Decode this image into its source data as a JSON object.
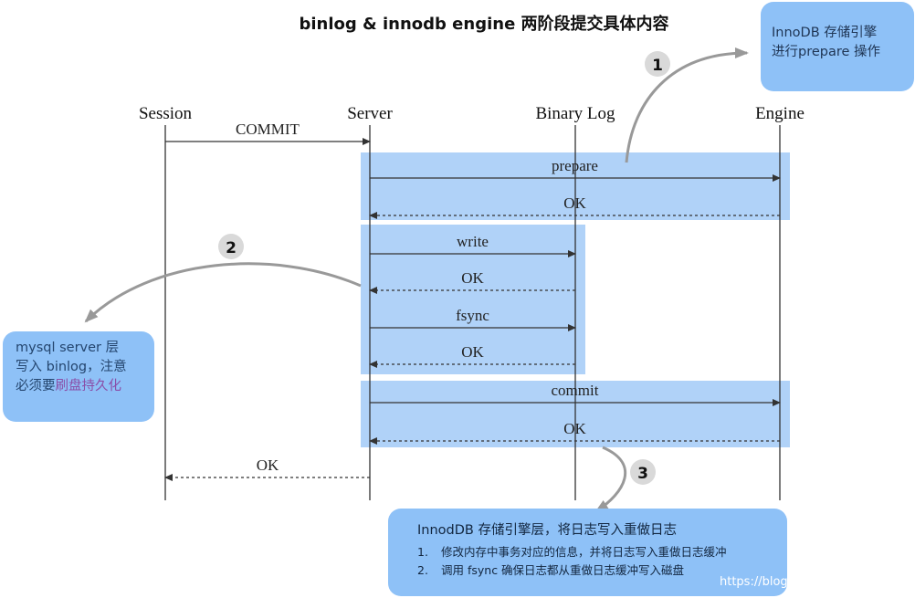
{
  "title": "binlog & innodb engine 两阶段提交具体内容",
  "participants": [
    "Session",
    "Server",
    "Binary Log",
    "Engine"
  ],
  "messages": [
    {
      "label": "COMMIT",
      "from": "Session",
      "to": "Server",
      "style": "solid"
    },
    {
      "label": "prepare",
      "from": "Server",
      "to": "Engine",
      "style": "solid"
    },
    {
      "label": "OK",
      "from": "Engine",
      "to": "Server",
      "style": "dashed"
    },
    {
      "label": "write",
      "from": "Server",
      "to": "Binary Log",
      "style": "solid"
    },
    {
      "label": "OK",
      "from": "Binary Log",
      "to": "Server",
      "style": "dashed"
    },
    {
      "label": "fsync",
      "from": "Server",
      "to": "Binary Log",
      "style": "solid"
    },
    {
      "label": "OK",
      "from": "Binary Log",
      "to": "Server",
      "style": "dashed"
    },
    {
      "label": "commit",
      "from": "Server",
      "to": "Engine",
      "style": "solid"
    },
    {
      "label": "OK",
      "from": "Engine",
      "to": "Server",
      "style": "dashed"
    },
    {
      "label": "OK",
      "from": "Server",
      "to": "Session",
      "style": "dashed"
    }
  ],
  "steps": [
    "1",
    "2",
    "3"
  ],
  "callouts": {
    "step1": {
      "line1": "InnoDB 存储引擎",
      "line2": "进行prepare 操作"
    },
    "step2": {
      "line1": "mysql server 层",
      "line2": "写入 binlog，注意",
      "line3_plain": "必须要",
      "line3_highlight": "刷盘持久化"
    },
    "step3": {
      "heading": "InnodDB 存储引擎层，将日志写入重做日志",
      "items": [
        {
          "num": "1.",
          "text": "修改内存中事务对应的信息，并将日志写入重做日志缓冲"
        },
        {
          "num": "2.",
          "text": "调用 fsync 确保日志都从重做日志缓冲写入磁盘"
        }
      ]
    }
  },
  "colors": {
    "highlight_band": "#a7cdf7",
    "callout_bg": "#8ec1f7",
    "step_badge": "#d9d9d9",
    "highlight_text": "#8a4ea8"
  },
  "watermark": "https://blog.csdn"
}
